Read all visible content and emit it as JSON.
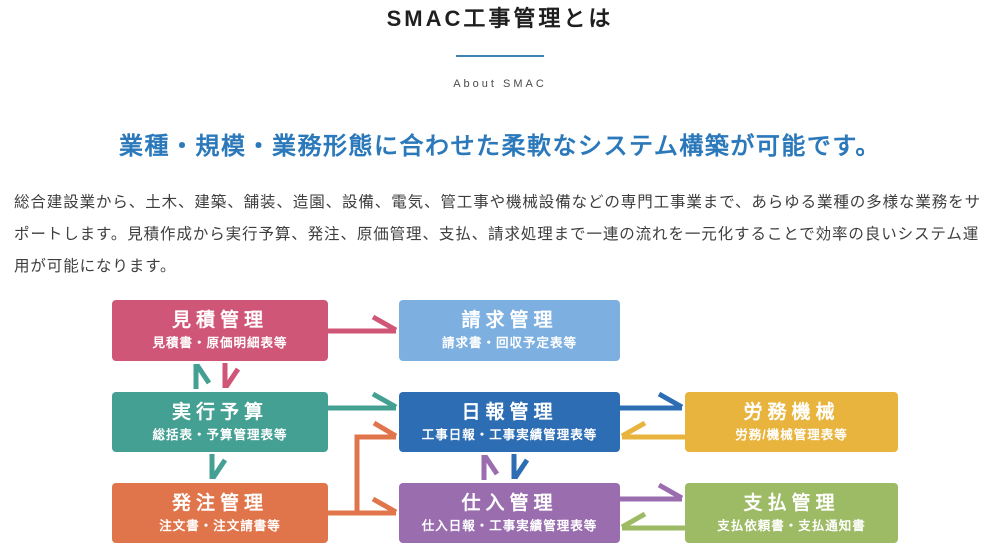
{
  "header": {
    "title": "SMAC工事管理とは",
    "subtitle": "About SMAC"
  },
  "intro": {
    "heading": "業種・規模・業務形態に合わせた柔軟なシステム構築が可能です。",
    "body": "総合建設業から、土木、建築、舗装、造園、設備、電気、管工事や機械設備などの専門工事業まで、あらゆる業種の多様な業務をサポートします。見積作成から実行予算、発注、原価管理、支払、請求処理まで一連の流れを一元化することで効率の良いシステム運用が可能になります。"
  },
  "palette": {
    "heading_blue": "#2b79ba",
    "divider_blue": "#3e83b5",
    "estimate_pink": "#d05677",
    "billing_lightblue": "#7db0e0",
    "budget_teal": "#44a093",
    "daily_blue": "#2d6db4",
    "labor_yellow": "#e8b43e",
    "order_orange": "#e0744a",
    "purchase_purple": "#9a6daf",
    "payment_green": "#9dba64"
  },
  "diagram": {
    "boxes": [
      {
        "id": "estimate",
        "title": "見積管理",
        "subtitle": "見積書・原価明細表等",
        "color": "#d05677"
      },
      {
        "id": "billing",
        "title": "請求管理",
        "subtitle": "請求書・回収予定表等",
        "color": "#7db0e0"
      },
      {
        "id": "budget",
        "title": "実行予算",
        "subtitle": "総括表・予算管理表等",
        "color": "#44a093"
      },
      {
        "id": "daily",
        "title": "日報管理",
        "subtitle": "工事日報・工事実績管理表等",
        "color": "#2d6db4"
      },
      {
        "id": "labor",
        "title": "労務機械",
        "subtitle": "労務/機械管理表等",
        "color": "#e8b43e"
      },
      {
        "id": "order",
        "title": "発注管理",
        "subtitle": "注文書・注文請書等",
        "color": "#e0744a"
      },
      {
        "id": "purchase",
        "title": "仕入管理",
        "subtitle": "仕入日報・工事実績管理表等",
        "color": "#9a6daf"
      },
      {
        "id": "payment",
        "title": "支払管理",
        "subtitle": "支払依頼書・支払通知書",
        "color": "#9dba64"
      }
    ],
    "edges": [
      {
        "from": "見積管理",
        "to": "請求管理",
        "color": "#d05677"
      },
      {
        "from": "見積管理",
        "to": "実行予算",
        "color": "#d05677"
      },
      {
        "from": "実行予算",
        "to": "見積管理",
        "color": "#44a093"
      },
      {
        "from": "実行予算",
        "to": "日報管理",
        "color": "#44a093"
      },
      {
        "from": "実行予算",
        "to": "発注管理",
        "color": "#44a093"
      },
      {
        "from": "発注管理",
        "to": "仕入管理",
        "color": "#e0744a"
      },
      {
        "from": "発注管理",
        "to": "日報管理",
        "color": "#e0744a"
      },
      {
        "from": "日報管理",
        "to": "労務機械",
        "color": "#2d6db4"
      },
      {
        "from": "労務機械",
        "to": "日報管理",
        "color": "#e8b43e"
      },
      {
        "from": "日報管理",
        "to": "仕入管理",
        "color": "#2d6db4"
      },
      {
        "from": "仕入管理",
        "to": "日報管理",
        "color": "#9a6daf"
      },
      {
        "from": "仕入管理",
        "to": "支払管理",
        "color": "#9a6daf"
      },
      {
        "from": "支払管理",
        "to": "仕入管理",
        "color": "#9dba64"
      }
    ]
  }
}
